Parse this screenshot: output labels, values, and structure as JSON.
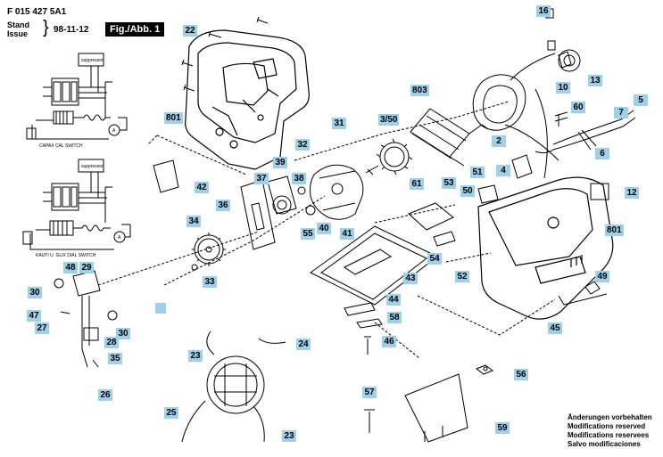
{
  "header": {
    "doc_code": "F 015 427 5A1",
    "stand_issue": [
      "Stand",
      "Issue"
    ],
    "date": "98-11-12",
    "figure": "Fig./Abb. 1"
  },
  "schematics": {
    "top": {
      "box_label": "suppressor",
      "caption": "CAPAX CAL SWITCH",
      "meter": "A"
    },
    "bottom": {
      "box_label": "suppressor",
      "caption": "KAUTI U. GLIX DIAL SWITCH",
      "meter": "A"
    }
  },
  "callouts": [
    {
      "id": "c16",
      "text": "16"
    },
    {
      "id": "c22",
      "text": "22"
    },
    {
      "id": "c10",
      "text": "10"
    },
    {
      "id": "c13",
      "text": "13"
    },
    {
      "id": "c803",
      "text": "803"
    },
    {
      "id": "c5",
      "text": "5"
    },
    {
      "id": "c801a",
      "text": "801"
    },
    {
      "id": "c31",
      "text": "31"
    },
    {
      "id": "c350",
      "text": "3/50"
    },
    {
      "id": "c60",
      "text": "60"
    },
    {
      "id": "c7",
      "text": "7"
    },
    {
      "id": "c2",
      "text": "2"
    },
    {
      "id": "c32",
      "text": "32"
    },
    {
      "id": "c6",
      "text": "6"
    },
    {
      "id": "c39",
      "text": "39"
    },
    {
      "id": "c4",
      "text": "4"
    },
    {
      "id": "c51",
      "text": "51"
    },
    {
      "id": "c37",
      "text": "37"
    },
    {
      "id": "c38",
      "text": "38"
    },
    {
      "id": "c42",
      "text": "42"
    },
    {
      "id": "c61",
      "text": "61"
    },
    {
      "id": "c53",
      "text": "53"
    },
    {
      "id": "c50",
      "text": "50"
    },
    {
      "id": "c12",
      "text": "12"
    },
    {
      "id": "c36",
      "text": "36"
    },
    {
      "id": "c34",
      "text": "34"
    },
    {
      "id": "c55",
      "text": "55"
    },
    {
      "id": "c40",
      "text": "40"
    },
    {
      "id": "c41",
      "text": "41"
    },
    {
      "id": "c801b",
      "text": "801"
    },
    {
      "id": "c54",
      "text": "54"
    },
    {
      "id": "c48",
      "text": "48"
    },
    {
      "id": "c29",
      "text": "29"
    },
    {
      "id": "c52",
      "text": "52"
    },
    {
      "id": "c33",
      "text": "33"
    },
    {
      "id": "c43",
      "text": "43"
    },
    {
      "id": "c49",
      "text": "49"
    },
    {
      "id": "c30a",
      "text": "30"
    },
    {
      "id": "c44",
      "text": "44"
    },
    {
      "id": "c47",
      "text": "47"
    },
    {
      "id": "c58",
      "text": "58"
    },
    {
      "id": "c27",
      "text": "27"
    },
    {
      "id": "c30b",
      "text": "30"
    },
    {
      "id": "c45",
      "text": "45"
    },
    {
      "id": "c28",
      "text": "28"
    },
    {
      "id": "c24",
      "text": "24"
    },
    {
      "id": "c46",
      "text": "46"
    },
    {
      "id": "c35",
      "text": "35"
    },
    {
      "id": "c23a",
      "text": "23"
    },
    {
      "id": "c26",
      "text": "26"
    },
    {
      "id": "c56",
      "text": "56"
    },
    {
      "id": "c57",
      "text": "57"
    },
    {
      "id": "c25",
      "text": "25"
    },
    {
      "id": "c23b",
      "text": "23"
    },
    {
      "id": "c59",
      "text": "59"
    }
  ],
  "footnote": [
    "Änderungen vorbehalten",
    "Modifications reserved",
    "Modifications reservees",
    "Salvo modificaciones"
  ]
}
